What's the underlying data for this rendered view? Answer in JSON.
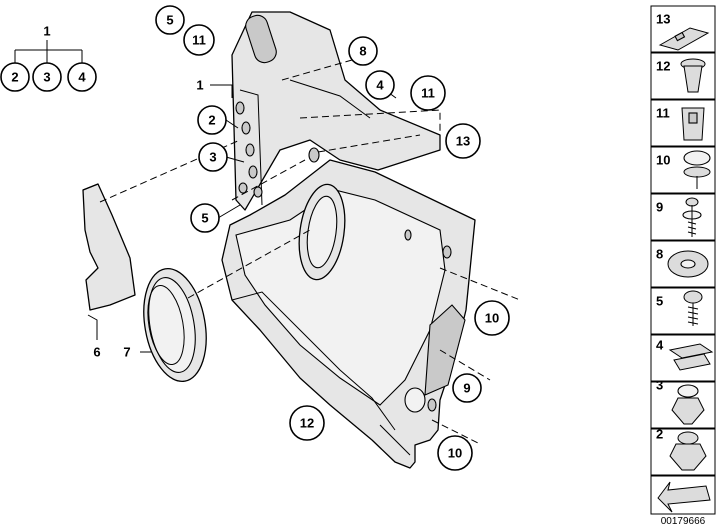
{
  "diagram": {
    "group_label": "1",
    "group_members": [
      "2",
      "3",
      "4"
    ],
    "callouts": {
      "c1": "1",
      "c2": "2",
      "c3": "3",
      "c4": "4",
      "c5a": "5",
      "c5b": "5",
      "c6": "6",
      "c7": "7",
      "c8": "8",
      "c9": "9",
      "c10a": "10",
      "c10b": "10",
      "c11a": "11",
      "c11b": "11",
      "c12": "12",
      "c13": "13"
    },
    "legend": [
      "13",
      "12",
      "11",
      "10",
      "9",
      "8",
      "5",
      "4",
      "3",
      "2"
    ],
    "drawing_number": "00179666"
  }
}
